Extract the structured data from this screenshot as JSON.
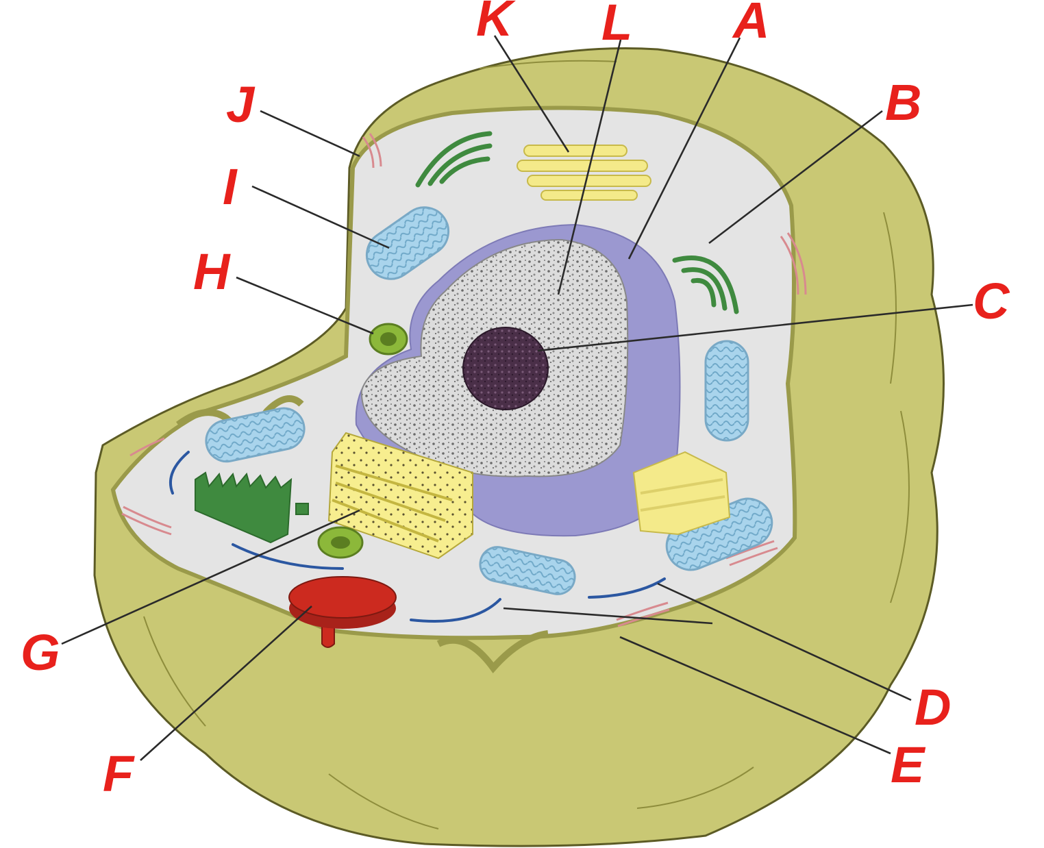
{
  "colors": {
    "label": "#e8211c",
    "wall": "#c9c874",
    "wall_dark": "#8e8d3c",
    "cytoplasm": "#e4e4e4",
    "nuclear_envelope": "#9b98d0",
    "nucleolus": "#4a2f48",
    "golgi": "#f4ea8a",
    "rough_er": "#f7ee8f",
    "mitochondria": "#a9d4ec",
    "chloroplast": "#3f8a3f",
    "plastid": "#8cb83a",
    "vacuole": "#cc2a1f",
    "microtubule": "#2b57a1",
    "plasmodesma": "#d88a8f"
  },
  "labels": {
    "A": "A",
    "B": "B",
    "C": "C",
    "D": "D",
    "E": "E",
    "F": "F",
    "G": "G",
    "H": "H",
    "I": "I",
    "J": "J",
    "K": "K",
    "L": "L"
  }
}
